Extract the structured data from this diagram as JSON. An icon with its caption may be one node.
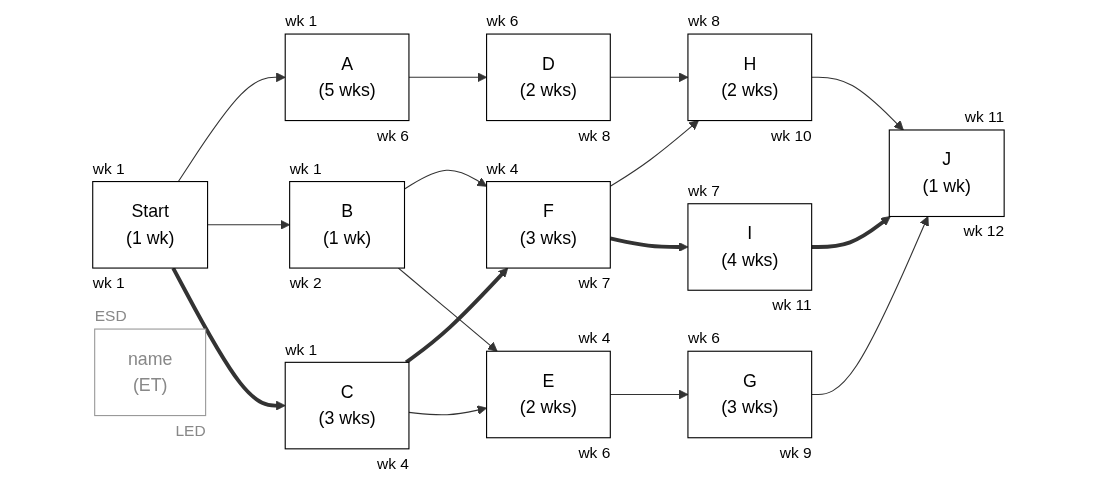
{
  "diagram": {
    "nodes": [
      {
        "text": [
          "Start",
          "(1 wk)"
        ],
        "beside": [
          "wk 1",
          "wk 1"
        ]
      },
      {
        "text": [
          "A",
          "(5 wks)"
        ],
        "beside": [
          "wk 1",
          "wk 6"
        ]
      },
      {
        "text": [
          "B",
          "(1 wk)"
        ],
        "beside": [
          "wk 1",
          "wk 2"
        ]
      },
      {
        "text": [
          "C",
          "(3 wks)"
        ],
        "beside": [
          "wk 1",
          "wk 4"
        ]
      },
      {
        "text": [
          "F",
          "(3 wks)"
        ],
        "beside": [
          "wk 4",
          "wk 7"
        ]
      },
      {
        "text": [
          "D",
          "(2 wks)"
        ],
        "beside": [
          "wk 6",
          "wk 8"
        ]
      },
      {
        "text": [
          "E",
          "(2 wks)"
        ],
        "beside": [
          "wk 4",
          "wk 6"
        ]
      },
      {
        "text": [
          "H",
          "(2 wks)"
        ],
        "beside": [
          "wk 8",
          "wk 10"
        ]
      },
      {
        "text": [
          "G",
          "(3 wks)"
        ],
        "beside": [
          "wk 6",
          "wk 9"
        ]
      },
      {
        "text": [
          "I",
          "(4 wks)"
        ],
        "beside": [
          "wk 7",
          "wk 11"
        ]
      },
      {
        "text": [
          "J",
          "(1 wk)"
        ],
        "beside": [
          "wk 11",
          "wk 12"
        ]
      },
      {
        "text": [
          "name",
          "(ET)"
        ],
        "beside": [
          "ESD",
          "LED"
        ]
      }
    ],
    "edges": [
      {
        "from": 0,
        "to": 1,
        "arrow": "to"
      },
      {
        "from": 0,
        "to": 2,
        "arrow": "to"
      },
      {
        "from": 0,
        "to": 3,
        "arrow": "to",
        "style": "thick"
      },
      {
        "from": 1,
        "to": 5,
        "arrow": "to"
      },
      {
        "from": 2,
        "to": 4,
        "arrow": "to"
      },
      {
        "from": 2,
        "to": 6,
        "arrow": "to"
      },
      {
        "from": 3,
        "to": 4,
        "arrow": "to",
        "style": "thick"
      },
      {
        "from": 3,
        "to": 6,
        "arrow": "to"
      },
      {
        "from": 4,
        "to": 7,
        "arrow": "to"
      },
      {
        "from": 4,
        "to": 9,
        "arrow": "to",
        "style": "thick"
      },
      {
        "from": 5,
        "to": 7,
        "arrow": "to"
      },
      {
        "from": 6,
        "to": 8,
        "arrow": "to"
      },
      {
        "from": 7,
        "to": 10,
        "arrow": "to"
      },
      {
        "from": 8,
        "to": 10,
        "arrow": "to"
      },
      {
        "from": 9,
        "to": 10,
        "arrow": "to",
        "style": "thick"
      }
    ]
  }
}
